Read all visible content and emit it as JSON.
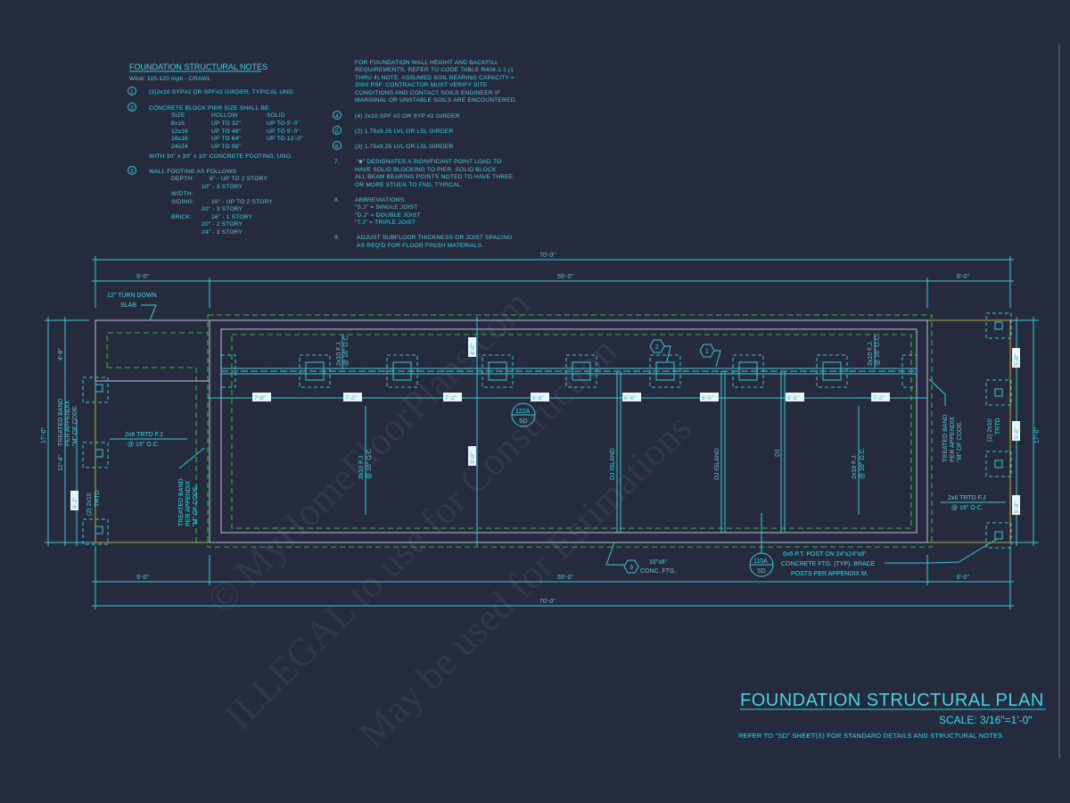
{
  "notes_left": {
    "title": "FOUNDATION STRUCTURAL NOTES",
    "wind": "Wind: 115-120 mph - CRAWL",
    "n1": "1",
    "n1_text": "(3)2x10 SYP#2 OR SPF#2 GIRDER, TYPICAL UNO.",
    "n2": "2",
    "n2_text": "CONCRETE BLOCK PIER SIZE SHALL BE:",
    "pier_headers": [
      "SIZE",
      "HOLLOW",
      "SOLID"
    ],
    "pier_rows": [
      [
        "8x16",
        "UP TO 32\"",
        "UP TO 5'-0\""
      ],
      [
        "12x16",
        "UP TO 48\"",
        "UP TO 9'-0\""
      ],
      [
        "16x16",
        "UP TO 64\"",
        "UP TO 12'-0\""
      ],
      [
        "24x24",
        "UP TO 96\"",
        ""
      ]
    ],
    "footing_note": "WITH 30\" x 30\" x 10\" CONCRETE FOOTING, UNO.",
    "n3": "3",
    "n3_text": "WALL FOOTING AS FOLLOWS",
    "depth_label": "DEPTH:",
    "depth_1": "8\" - UP TO 2 STORY",
    "depth_2": "10\" - 3 STORY",
    "width_label": "WIDTH:",
    "siding_label": "SIDING:",
    "siding_1": "16\" - UP TO 2 STORY",
    "siding_2": "20\" - 3 STORY",
    "brick_label": "BRICK:",
    "brick_1": "16\" - 1 STORY",
    "brick_2": "20\" - 2 STORY",
    "brick_3": "24\" - 3 STORY"
  },
  "notes_right": {
    "wall_lines": [
      "FOR FOUNDATION WALL HEIGHT AND BACKFILL",
      "REQUIREMENTS, REFER TO CODE TABLE R404.1.1 (1",
      "THRU 4) NOTE: ASSUMED SOIL BEARING CAPACITY =",
      "2000 PSF. CONTRACTOR MUST VERIFY SITE",
      "CONDITIONS AND CONTACT SOILS ENGINEER IF",
      "MARGINAL OR UNSTABLE SOILS ARE ENCOUNTERED."
    ],
    "n4": "4",
    "n4_text": "(4) 2x10 SPF #2 OR SYP #2 GIRDER",
    "n5": "5",
    "n5_text": "(2) 1.75x9.25 LVL OR LSL GIRDER",
    "n6": "6",
    "n6_text": "(3) 1.75x9.25 LVL OR LSL GIRDER",
    "n7": "7.",
    "n7_lines": [
      "\"■\" DESIGNATES A SIGNIFICANT POINT LOAD TO",
      "HAVE SOLID BLOCKING TO  PIER. SOLID BLOCK",
      "ALL BEAM BEARING POINTS NOTED TO HAVE THREE",
      "OR MORE STUDS TO FND, TYPICAL."
    ],
    "n8": "8.",
    "n8_lines": [
      "ABBREVIATIONS:",
      "\"S.J\" = SINGLE JOIST",
      "\"D.J\" = DOUBLE JOIST",
      "\"T.J\" = TRIPLE JOIST"
    ],
    "n9": "9.",
    "n9_lines": [
      "ADJUST SUBFLOOR THICKNESS OR JOIST SPACING",
      "AS REQ'D FOR FLOOR FINISH MATERIALS."
    ]
  },
  "dims": {
    "overall": "70'-0\"",
    "left": "9'-0\"",
    "middle": "55'-0\"",
    "right": "6'-0\"",
    "height": "17'-0\"",
    "left_upper": "4'-8\"",
    "left_lower": "12'-4\"",
    "left_small": "6'-2\"",
    "right_segments": [
      "5'-8\"",
      "5'-8\"",
      "5'-8\""
    ],
    "beam_spans": [
      "7'-8\"",
      "7'-2\"",
      "7'-2\"",
      "6'-6\"",
      "6'-6\"",
      "6'-5\"",
      "6'-5\"",
      "7'-2\""
    ],
    "center_upper": "4'-0\"",
    "center_lower": "3'-0\""
  },
  "plan": {
    "turn_down_1": "12\" TURN DOWN",
    "turn_down_2": "SLAB",
    "joist_1": "2x10 F.J.",
    "joist_2": "@ 16\" O.C.",
    "trtd_1": "2x6 TRTD F.J",
    "trtd_2": "@ 16\" O.C.",
    "band_1": "TREATED BAND",
    "band_2": "PER APPENDIX",
    "band_3": "\"M\" OF CODE.",
    "girder_1": "(2) 2x10",
    "girder_2": "TRTD",
    "dj_island": "DJ ISLAND",
    "dj": "DJ",
    "tag_1": "1",
    "tag_2": "2",
    "tag_3": "3",
    "detail_122_top": "122A",
    "detail_122_bot": "SD",
    "detail_110_top": "110A",
    "detail_110_bot": "SD",
    "ftg_1": "16\"x8\"",
    "ftg_2": "CONC. FTG.",
    "post_1": "6x6 P.T. POST ON 24\"x24\"x8\"",
    "post_2": "CONCRETE FTG. (TYP). BRACE",
    "post_3": "POSTS PER APPENDIX M."
  },
  "title_block": {
    "title": "FOUNDATION STRUCTURAL PLAN",
    "scale": "SCALE: 3/16\"=1'-0\"",
    "refer": "REFER TO \"SD\" SHEET(S) FOR STANDARD DETAILS AND STRUCTURAL NOTES"
  },
  "watermark": [
    "© MyHomeFloorPlans.com",
    "ILLEGAL to use for Construction",
    "May be used for Estimations"
  ],
  "colors": {
    "background": "#262a3d",
    "line": "#35c8d8",
    "dashed": "#2dbb3a",
    "wall": "#a9a3c4"
  }
}
